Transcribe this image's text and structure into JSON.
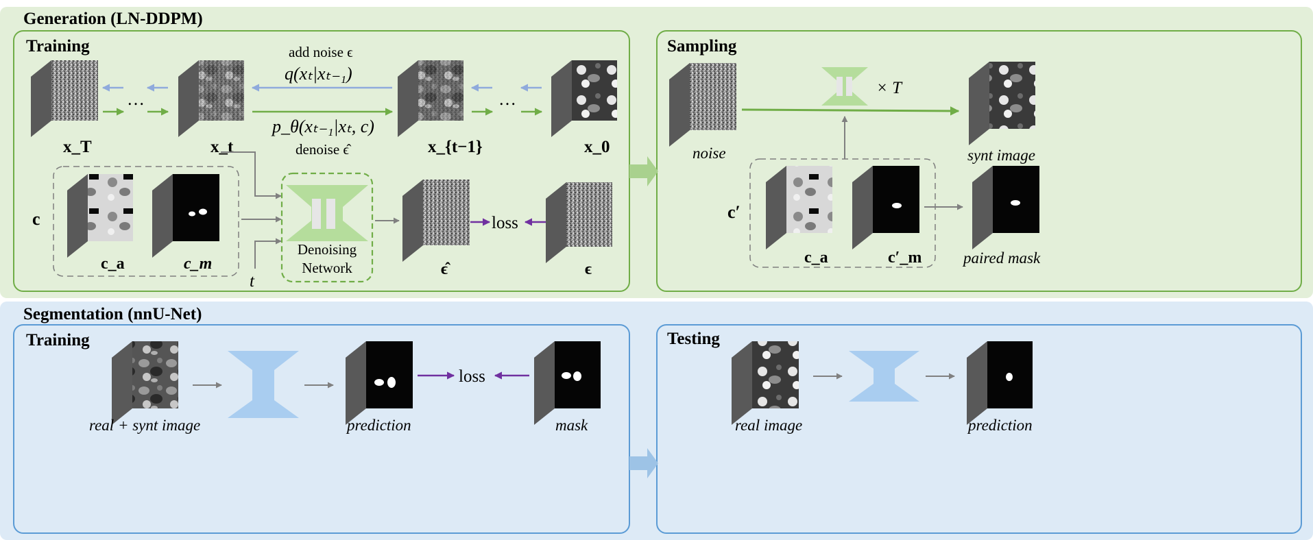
{
  "generation": {
    "title": "Generation (LN-DDPM)",
    "training": {
      "title": "Training",
      "add_noise": "add noise ϵ",
      "forward_q": "q(xₜ|xₜ₋₁)",
      "reverse_p": "p_θ(xₜ₋₁|xₜ, c)",
      "denoise": "denoise ϵ̂",
      "ellipsis": "…",
      "x_T": "x_T",
      "x_t": "x_t",
      "x_t_minus_1": "x_{t−1}",
      "x_0": "x_0",
      "c": "c",
      "c_a": "c_a",
      "c_m": "c_m",
      "t": "t",
      "network_line1": "Denoising",
      "network_line2": "Network",
      "eps_hat": "ϵ̂",
      "eps": "ϵ",
      "loss": "loss"
    },
    "sampling": {
      "title": "Sampling",
      "noise": "noise",
      "times_T": "× T",
      "synt_image": "synt image",
      "c_prime": "c′",
      "c_a": "c_a",
      "c_m_prime": "c′_m",
      "paired_mask": "paired mask"
    }
  },
  "segmentation": {
    "title": "Segmentation (nnU-Net)",
    "training": {
      "title": "Training",
      "input": "real + synt image",
      "prediction": "prediction",
      "loss": "loss",
      "mask": "mask"
    },
    "testing": {
      "title": "Testing",
      "input": "real image",
      "prediction": "prediction"
    }
  },
  "colors": {
    "generation_bg": "#e3efd9",
    "generation_border": "#70ad47",
    "segmentation_bg": "#ddeaf6",
    "segmentation_border": "#5b9bd5",
    "green_arrow": "#70ad47",
    "blue_arrow": "#8faadc",
    "purple_arrow": "#7030a0",
    "gray_arrow": "#808080",
    "network_green": "#b5dd9c",
    "network_blue": "#a9cdf0"
  }
}
